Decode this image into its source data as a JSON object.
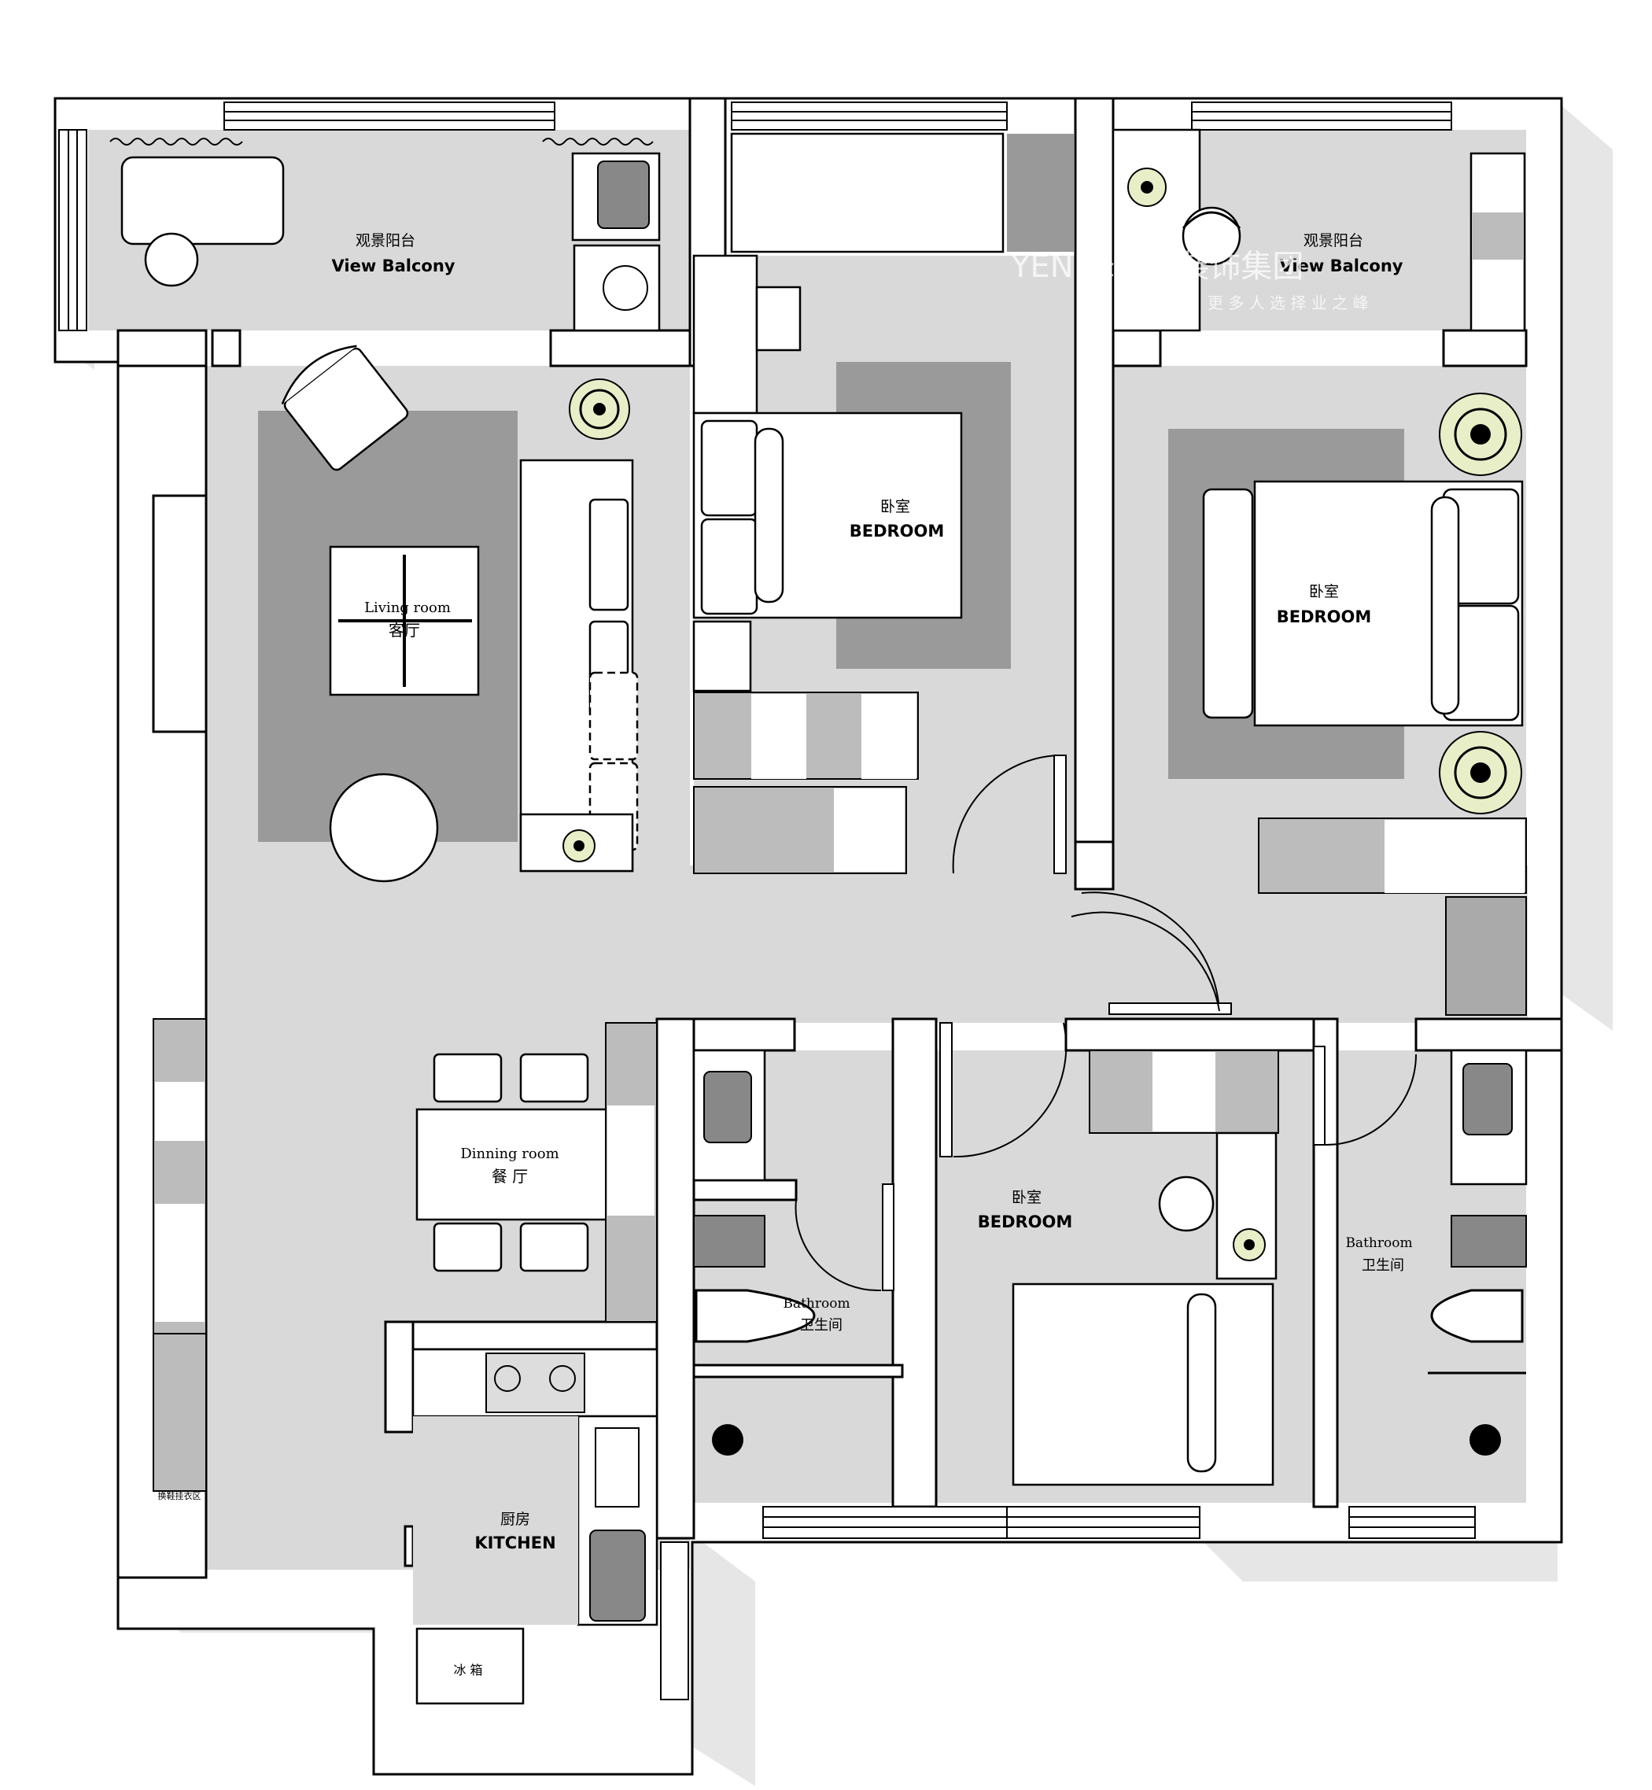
{
  "rooms": {
    "balcony_left": {
      "cn": "观景阳台",
      "en": "View Balcony"
    },
    "balcony_right": {
      "cn": "观景阳台",
      "en": "View Balcony"
    },
    "living": {
      "en": "Living room",
      "cn": "客厅"
    },
    "bedroom_a": {
      "cn": "卧室",
      "en": "BEDROOM"
    },
    "bedroom_b": {
      "cn": "卧室",
      "en": "BEDROOM"
    },
    "bedroom_c": {
      "cn": "卧室",
      "en": "BEDROOM"
    },
    "dining": {
      "en": "Dinning room",
      "cn": "餐 厅"
    },
    "bath_left": {
      "en": "Bathroom",
      "cn": "卫生间"
    },
    "bath_right": {
      "en": "Bathroom",
      "cn": "卫生间"
    },
    "kitchen": {
      "cn": "厨房",
      "en": "KITCHEN"
    },
    "fridge": {
      "cn": "冰 箱"
    },
    "laundry_zone": {
      "cn": "换鞋挂衣区"
    }
  },
  "watermark": {
    "line1": "YEN 峰之峰装饰集团",
    "line2": "更 多 人 选 择 业 之 峰"
  },
  "colors": {
    "floor": "#d9d9d9",
    "rug": "#9a9a9a",
    "wall": "#ffffff",
    "lamp": "#e8efc8"
  }
}
